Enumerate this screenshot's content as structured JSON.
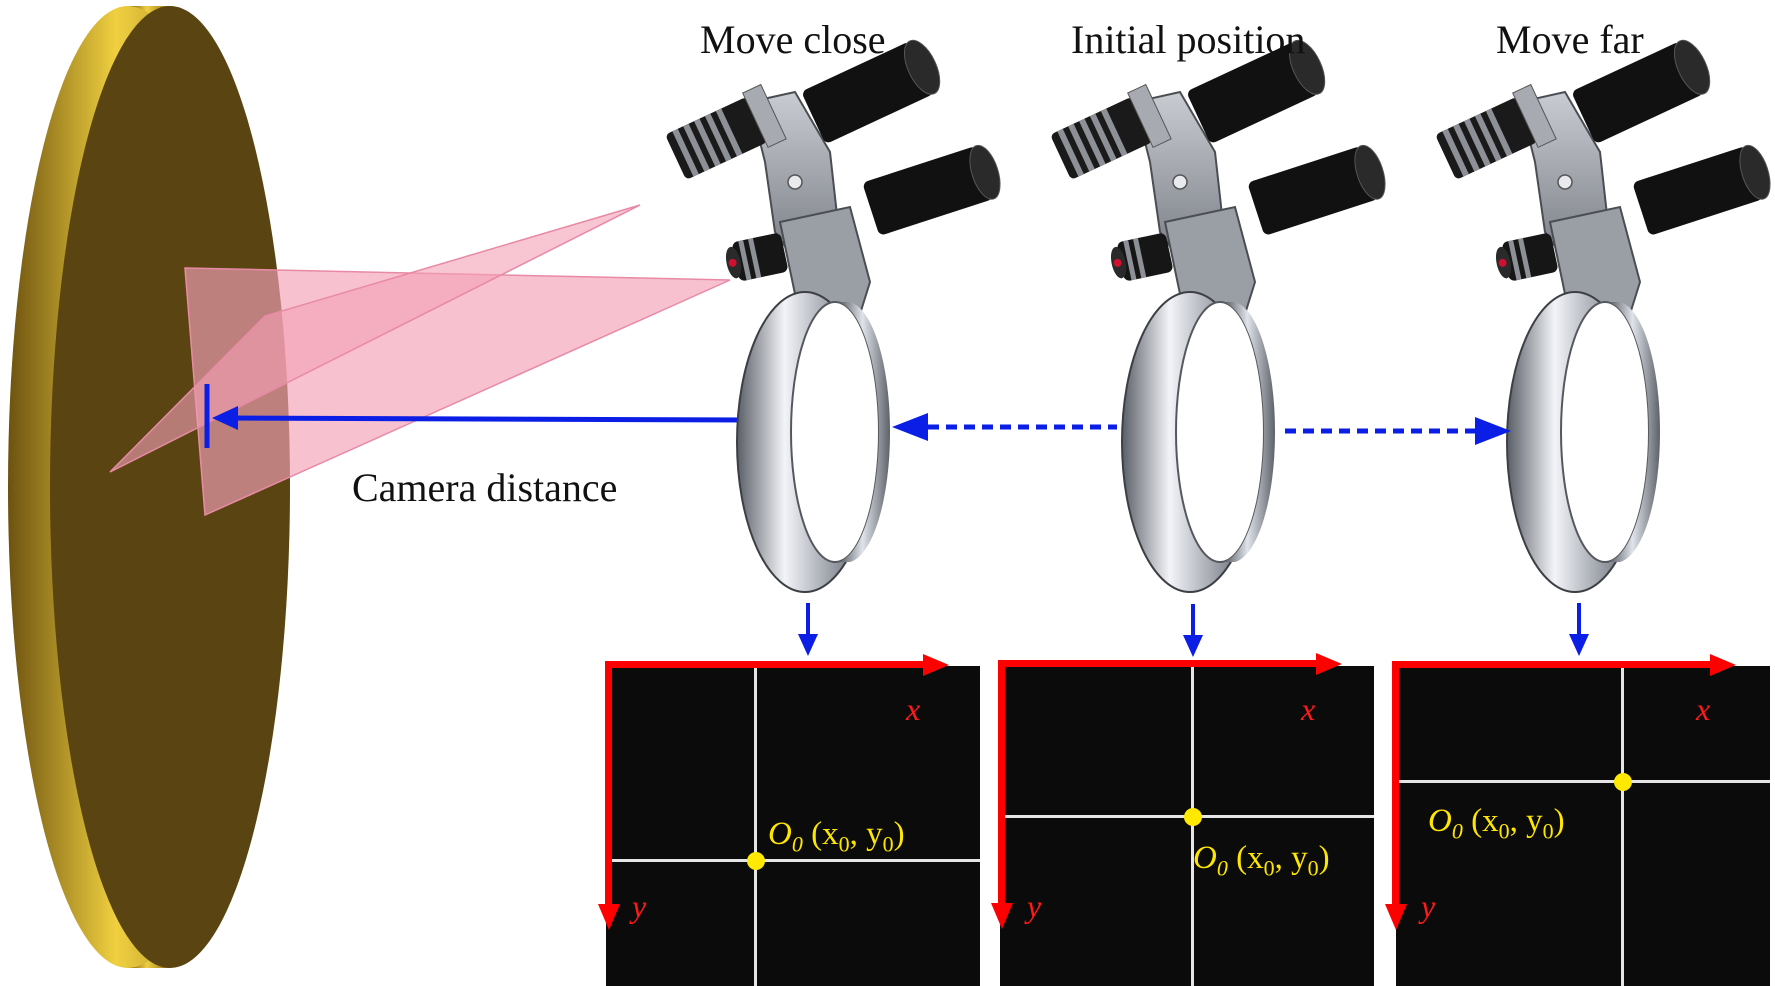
{
  "labels": {
    "move_close": "Move close",
    "initial_position": "Initial position",
    "move_far": "Move far",
    "camera_distance": "Camera distance"
  },
  "axes": {
    "x": "x",
    "y": "y"
  },
  "origin": {
    "name": "O",
    "name_sub": "0",
    "coord_x": "x",
    "coord_x_sub": "0",
    "coord_y": "y",
    "coord_y_sub": "0"
  },
  "colors": {
    "target_front": "#5a4512",
    "target_rim": "#c8a22a",
    "measure_arrow": "#0a1ee6",
    "axis": "#ff0000",
    "origin_point": "#ffe900",
    "laser_plane": "#f4a0b6"
  }
}
